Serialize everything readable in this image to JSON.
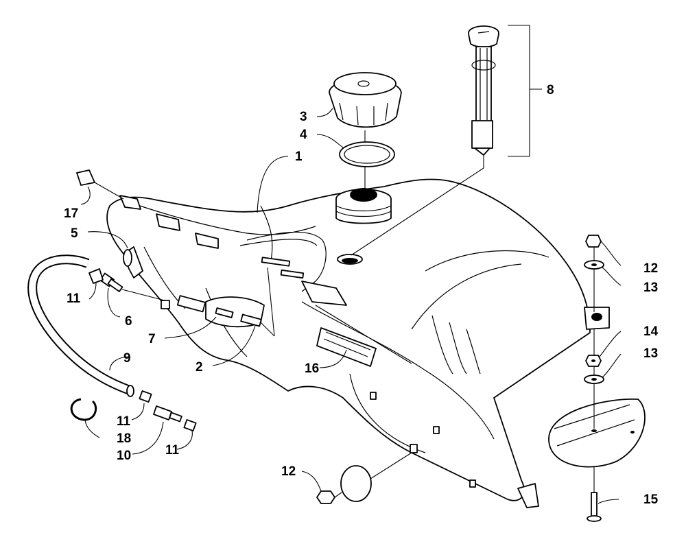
{
  "diagram": {
    "labels": {
      "l1": "1",
      "l2": "2",
      "l3": "3",
      "l4": "4",
      "l5": "5",
      "l6": "6",
      "l7": "7",
      "l8": "8",
      "l9": "9",
      "l10": "10",
      "l11a": "11",
      "l11b": "11",
      "l11c": "11",
      "l12a": "12",
      "l12b": "12",
      "l13a": "13",
      "l13b": "13",
      "l14": "14",
      "l15": "15",
      "l16": "16",
      "l17": "17",
      "l18": "18"
    }
  }
}
